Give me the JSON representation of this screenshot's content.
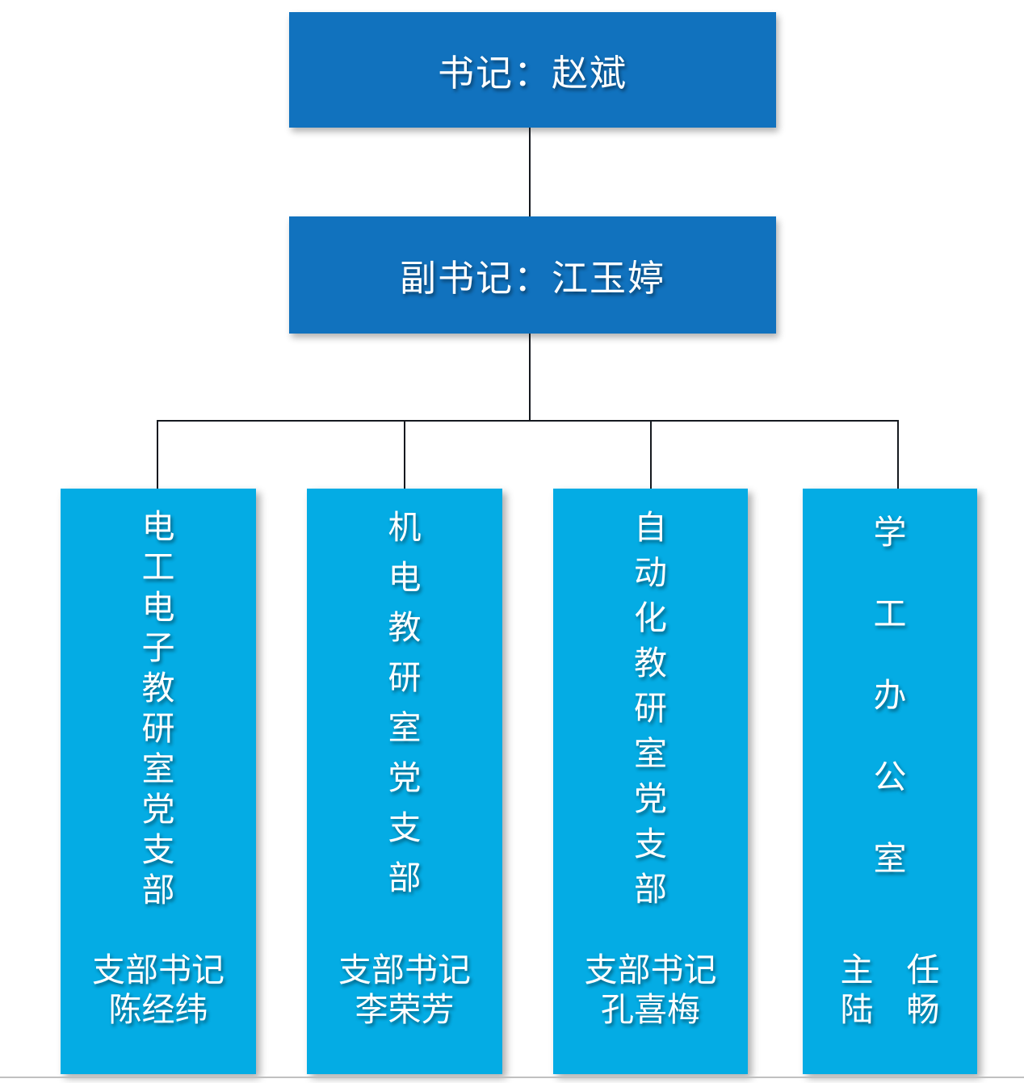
{
  "diagram": {
    "type": "org-chart",
    "root": {
      "label": "书记：赵斌"
    },
    "deputy": {
      "label": "副书记：江玉婷"
    },
    "branches": [
      {
        "title": "电工电子教研室党支部",
        "role": "支部书记",
        "name": "陈经纬"
      },
      {
        "title": "机电教研室党支部",
        "role": "支部书记",
        "name": "李荣芳"
      },
      {
        "title": "自动化教研室党支部",
        "role": "支部书记",
        "name": "孔喜梅"
      },
      {
        "title": "学工办公室",
        "role": "主　任",
        "name": "陆　畅"
      }
    ],
    "colors": {
      "primary_box": "#1172be",
      "branch_box": "#04ace4",
      "text": "#ffffff",
      "connector": "#15191f",
      "page_edge": "#c0c0c0"
    }
  }
}
